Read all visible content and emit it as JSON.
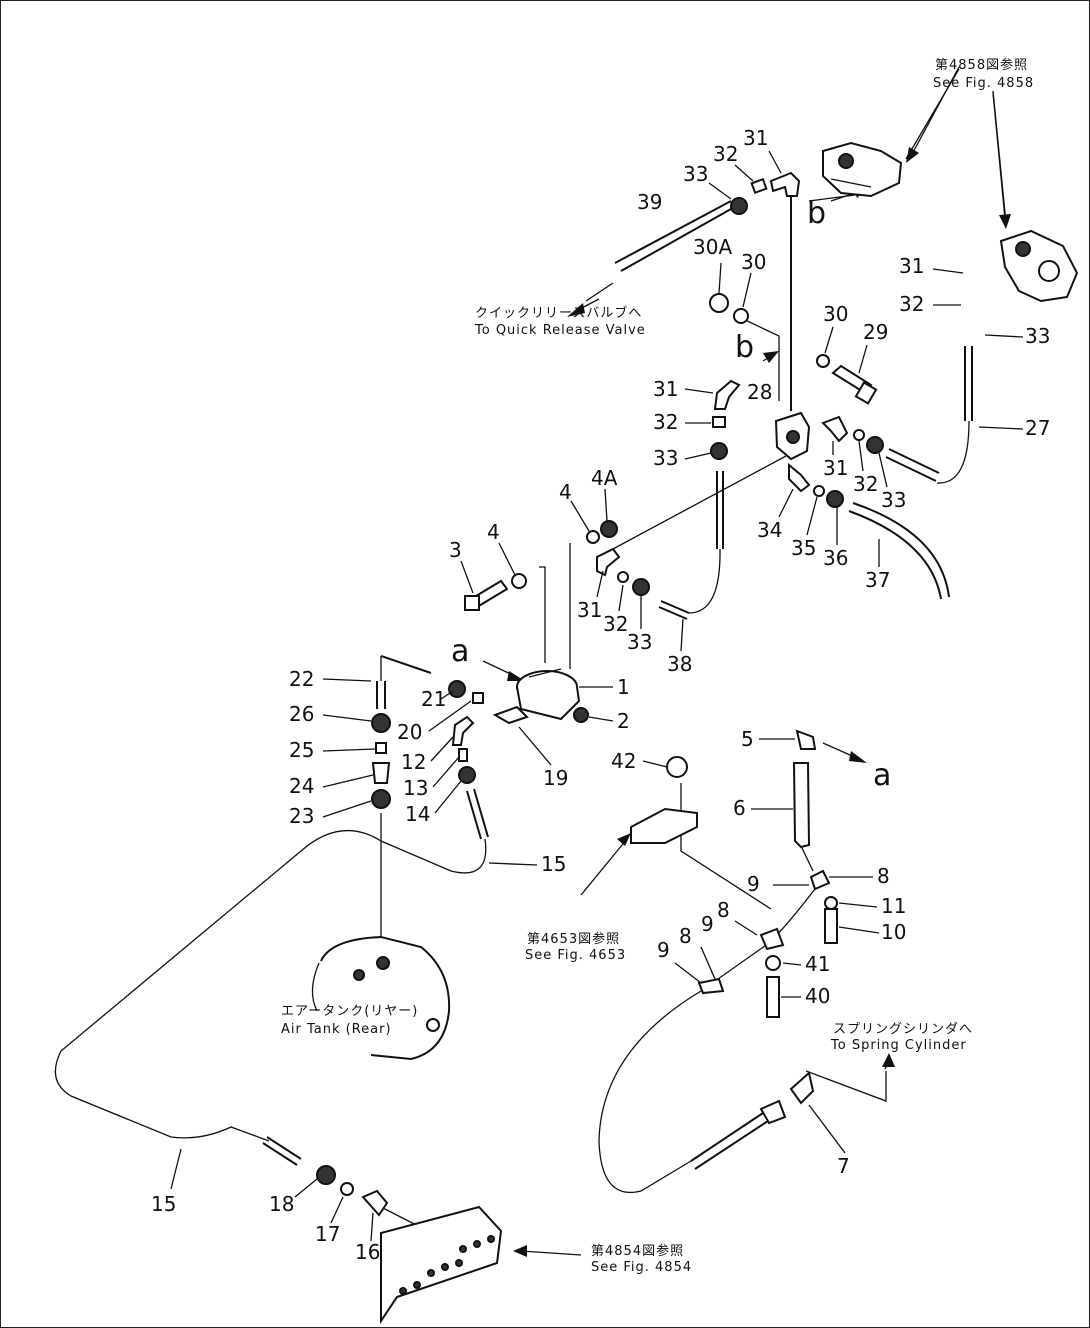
{
  "part_labels": {
    "l1": "1",
    "l2": "2",
    "l3": "3",
    "l4a": "4",
    "l4b": "4",
    "l4A": "4A",
    "l5": "5",
    "l6": "6",
    "l7": "7",
    "l8a": "8",
    "l8b": "8",
    "l8c": "8",
    "l9a": "9",
    "l9b": "9",
    "l9c": "9",
    "l10": "10",
    "l11": "11",
    "l12": "12",
    "l13": "13",
    "l14": "14",
    "l15a": "15",
    "l15b": "15",
    "l16": "16",
    "l17": "17",
    "l18": "18",
    "l19": "19",
    "l20": "20",
    "l21": "21",
    "l22": "22",
    "l23": "23",
    "l24": "24",
    "l25": "25",
    "l26": "26",
    "l27": "27",
    "l28": "28",
    "l29": "29",
    "l30a": "30",
    "l30b": "30",
    "l30A": "30A",
    "l31a": "31",
    "l31b": "31",
    "l31c": "31",
    "l31d": "31",
    "l31e": "31",
    "l32a": "32",
    "l32b": "32",
    "l32c": "32",
    "l32d": "32",
    "l32e": "32",
    "l33a": "33",
    "l33b": "33",
    "l33c": "33",
    "l33d": "33",
    "l33e": "33",
    "l34": "34",
    "l35": "35",
    "l36": "36",
    "l37": "37",
    "l38": "38",
    "l39": "39",
    "l40": "40",
    "l41": "41",
    "l42": "42"
  },
  "markers": {
    "a_valve": "a",
    "a_right": "a",
    "b_top": "b",
    "b_mid": "b"
  },
  "notes": {
    "fig4858_jp": "第4858図参照",
    "fig4858_en": "See  Fig. 4858",
    "quick_release_jp": "クイックリリースバルブへ",
    "quick_release_en": "To  Quick  Release  Valve",
    "fig4653_jp": "第4653図参照",
    "fig4653_en": "See  Fig. 4653",
    "air_tank_jp": "エアータンク(リヤー)",
    "air_tank_en": "Air  Tank  (Rear)",
    "spring_cyl_jp": "スプリングシリンダへ",
    "spring_cyl_en": "To  Spring  Cylinder",
    "fig4854_jp": "第4854図参照",
    "fig4854_en": "See  Fig. 4854"
  }
}
